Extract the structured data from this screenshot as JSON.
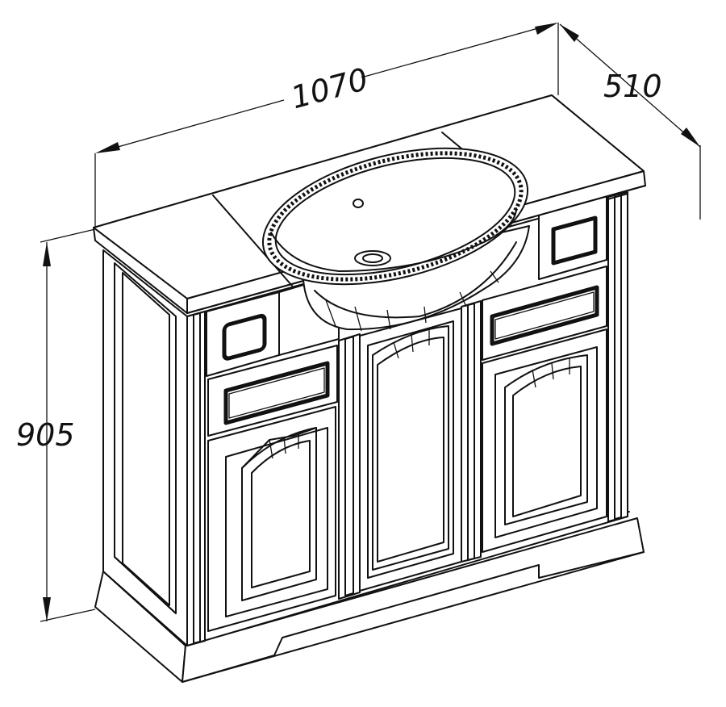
{
  "dimensions": {
    "width_label": "1070",
    "depth_label": "510",
    "height_label": "905"
  },
  "colors": {
    "line": "#111111",
    "background": "#ffffff"
  }
}
